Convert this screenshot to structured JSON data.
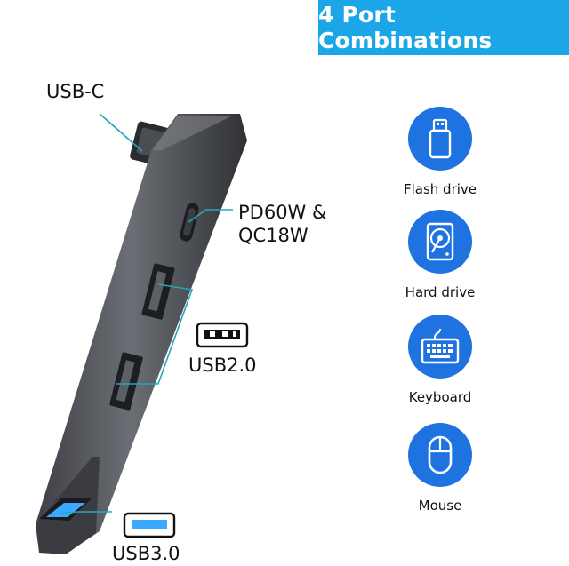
{
  "banner": {
    "title": "4 Port Combinations"
  },
  "ports": {
    "usb_c_label": "USB-C",
    "pd_label_line1": "PD60W &",
    "pd_label_line2": "QC18W",
    "usb2_label": "USB2.0",
    "usb3_label": "USB3.0"
  },
  "features": [
    {
      "label": "Flash drive",
      "icon": "flash-drive-icon"
    },
    {
      "label": "Hard drive",
      "icon": "hard-drive-icon"
    },
    {
      "label": "Keyboard",
      "icon": "keyboard-icon"
    },
    {
      "label": "Mouse",
      "icon": "mouse-icon"
    }
  ],
  "colors": {
    "banner": "#1ba6e8",
    "icon_circle": "#1f73e0",
    "hub_body": "#5a5d63",
    "usb3_accent": "#3aa9ff",
    "callout_line": "#23a7b8"
  }
}
